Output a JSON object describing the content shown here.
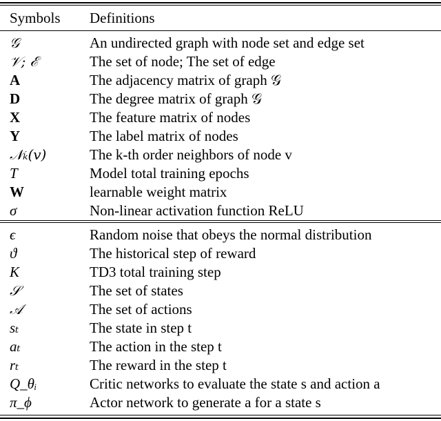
{
  "header": {
    "symbols": "Symbols",
    "definitions": "Definitions"
  },
  "group1": [
    {
      "symbol": "𝒢",
      "style": "cal",
      "definition": "An undirected graph with node set and edge set"
    },
    {
      "symbol": "𝒱; ℰ",
      "style": "cal",
      "definition": "The set of node; The set of edge"
    },
    {
      "symbol": "A",
      "style": "bold",
      "definition": "The adjacency matrix of graph 𝒢"
    },
    {
      "symbol": "D",
      "style": "bold",
      "definition": "The degree matrix of graph 𝒢"
    },
    {
      "symbol": "X",
      "style": "bold",
      "definition": "The feature matrix of nodes"
    },
    {
      "symbol": "Y",
      "style": "bold",
      "definition": "The label matrix of nodes"
    },
    {
      "symbol": "𝒩ₖ(v)",
      "style": "cal",
      "definition": "The k-th order neighbors of node v"
    },
    {
      "symbol": "T",
      "style": "math",
      "definition": "Model total training epochs"
    },
    {
      "symbol": "W",
      "style": "bold",
      "definition": "learnable weight matrix"
    },
    {
      "symbol": "σ",
      "style": "math",
      "definition": "Non-linear activation function ReLU"
    }
  ],
  "group2": [
    {
      "symbol": "ϵ",
      "style": "math",
      "definition": "Random noise that obeys the normal distribution"
    },
    {
      "symbol": "ϑ",
      "style": "math",
      "definition": "The historical step of reward"
    },
    {
      "symbol": "K",
      "style": "math",
      "definition": "TD3 total training step"
    },
    {
      "symbol": "𝒮",
      "style": "cal",
      "definition": "The set of states"
    },
    {
      "symbol": "𝒜",
      "style": "cal",
      "definition": "The set of actions"
    },
    {
      "symbol": "sₜ",
      "style": "math",
      "definition": "The state in step t"
    },
    {
      "symbol": "aₜ",
      "style": "math",
      "definition": "The action in the step t"
    },
    {
      "symbol": "rₜ",
      "style": "math",
      "definition": "The reward in the step t"
    },
    {
      "symbol": "Q_θᵢ",
      "style": "math",
      "definition": "Critic networks to evaluate the state s and action a"
    },
    {
      "symbol": "π_ϕ",
      "style": "math",
      "definition": "Actor network to generate a for a state s"
    }
  ]
}
